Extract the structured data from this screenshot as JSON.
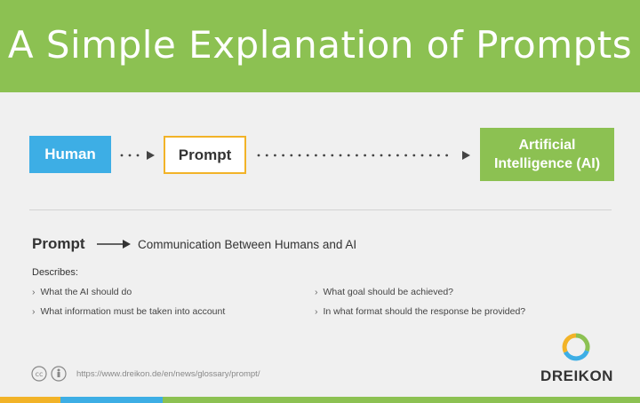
{
  "header": {
    "title": "A Simple Explanation of Prompts"
  },
  "flow": {
    "human": "Human",
    "prompt": "Prompt",
    "ai": "Artificial Intelligence (AI)"
  },
  "definition": {
    "term": "Prompt",
    "meaning": "Communication Between Humans and AI"
  },
  "describes": {
    "label": "Describes:",
    "items": [
      "What the AI should do",
      "What information must be taken into account",
      "What goal should be achieved?",
      "In what format should the response be provided?"
    ]
  },
  "footer": {
    "license_cc": "cc",
    "url": "https://www.dreikon.de/en/news/glossary/prompt/",
    "brand": "DREIKON"
  },
  "colors": {
    "green": "#8cc152",
    "blue": "#3daee5",
    "yellow": "#f2b328"
  }
}
